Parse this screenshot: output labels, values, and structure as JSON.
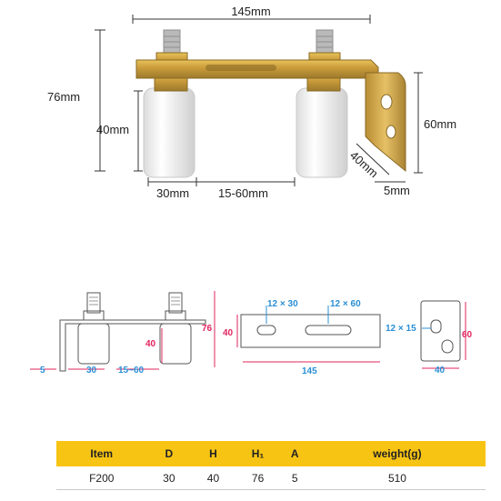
{
  "photo_labels": {
    "width": "145mm",
    "height_total": "76mm",
    "roller_height": "40mm",
    "bracket_height": "60mm",
    "bracket_width": "40mm",
    "roller_width": "30mm",
    "adjust_range": "15-60mm",
    "thickness": "5mm"
  },
  "drawing_labels": {
    "h76": "76",
    "h40": "40",
    "left5": "5",
    "w30": "30",
    "range": "15~60",
    "plate_h": "40",
    "slot1": "12 × 30",
    "slot2": "12 × 60",
    "plate_w": "145",
    "hole": "12 × 15",
    "br_h": "60",
    "br_w": "40"
  },
  "table": {
    "headers": [
      "Item",
      "D",
      "H",
      "H₁",
      "A",
      "weight(g)"
    ],
    "rows": [
      [
        "F200",
        "30",
        "40",
        "76",
        "5",
        "510"
      ]
    ]
  },
  "colors": {
    "header_bg": "#f7c414",
    "blue": "#2a8fd6",
    "red": "#e0245e"
  }
}
